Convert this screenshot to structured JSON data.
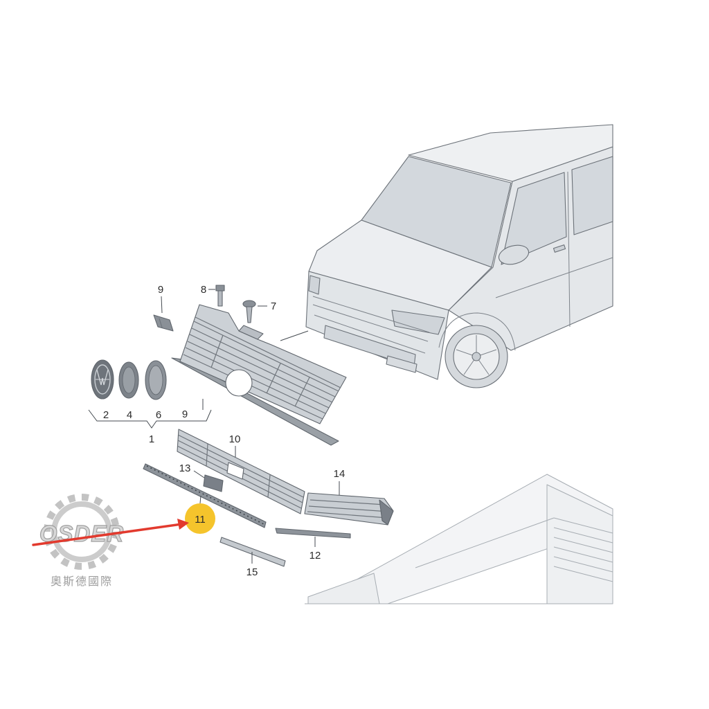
{
  "diagram": {
    "callouts": {
      "p1": "1",
      "p2": "2",
      "p4": "4",
      "p6": "6",
      "p7": "7",
      "p8": "8",
      "p9_clip": "9",
      "p9_frame": "9",
      "p10": "10",
      "p11": "11",
      "p12": "12",
      "p13": "13",
      "p14": "14",
      "p15": "15"
    },
    "colors": {
      "highlight_circle": "#f5c42c",
      "pointer_arrow": "#e23a2e",
      "line_art": "#5f656c"
    }
  },
  "watermark": {
    "brand": "OSDER",
    "subtitle": "奧斯德國際",
    "icon": "gear-icon"
  }
}
